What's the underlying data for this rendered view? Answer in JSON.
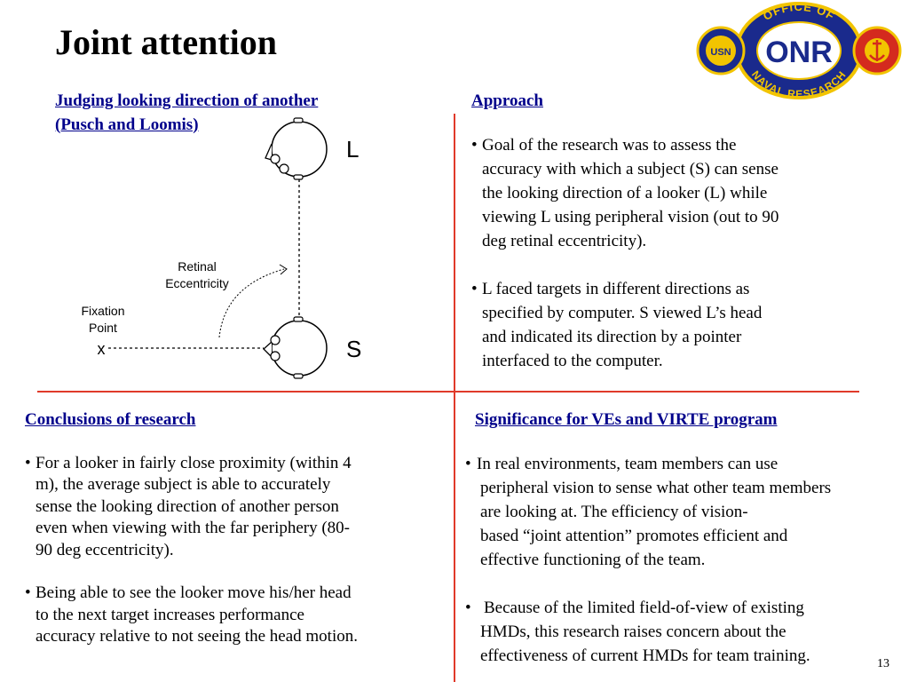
{
  "slide": {
    "title": "Joint attention",
    "page_number": "13"
  },
  "logo": {
    "top_text": "OFFICE OF",
    "center_text": "ONR",
    "bottom_text": "NAVAL RESEARCH",
    "left_seal_text": "USN",
    "ring_color": "#1a2a8c",
    "gold_color": "#f2c400",
    "red_color": "#d42a1e"
  },
  "quadrant_top_left": {
    "heading_line1": "Judging looking direction of another",
    "heading_line2": "(Pusch and Loomis)"
  },
  "diagram": {
    "looker_label": "L",
    "subject_label": "S",
    "retinal_label_line1": "Retinal",
    "retinal_label_line2": "Eccentricity",
    "fixation_label_line1": "Fixation",
    "fixation_label_line2": "Point",
    "fixation_marker": "x"
  },
  "quadrant_top_right": {
    "heading": "Approach",
    "bullets": [
      {
        "line1": "Goal of the research was to assess the",
        "line2": "accuracy with which a subject (S) can sense",
        "line3": "the looking direction of a looker (L) while",
        "line4": "viewing L using peripheral vision (out to 90",
        "line5": "deg retinal eccentricity)."
      },
      {
        "line1": "L faced targets in different directions as",
        "line2": "specified by computer. S viewed L’s head",
        "line3": "and indicated its direction by a pointer",
        "line4": "interfaced to the computer."
      }
    ]
  },
  "quadrant_bottom_left": {
    "heading": "Conclusions of research",
    "bullets": [
      {
        "line1": "For a looker in fairly close proximity (within 4",
        "line2": "m), the average subject is able to accurately",
        "line3": "sense the looking direction of another person",
        "line4": "even when viewing with the far periphery (80-",
        "line5": "90 deg eccentricity)."
      },
      {
        "line1": "Being able to see the looker move his/her head",
        "line2": "to the next target increases performance",
        "line3": "accuracy relative to not seeing the head motion."
      }
    ]
  },
  "quadrant_bottom_right": {
    "heading": "Significance for VEs and VIRTE program",
    "bullets": [
      {
        "line1": "In real environments, team members can use",
        "line2": "peripheral vision to sense what other team members",
        "line3": "are looking at.  The efficiency of vision-",
        "line4": "based “joint attention” promotes efficient and",
        "line5": "effective functioning of the team."
      },
      {
        "line1": "Because of the limited field-of-view of existing",
        "line2": "HMDs, this research raises concern about the",
        "line3": "effectiveness of current HMDs for team training."
      }
    ]
  },
  "colors": {
    "divider": "#e03a2a",
    "heading": "#00008b"
  }
}
